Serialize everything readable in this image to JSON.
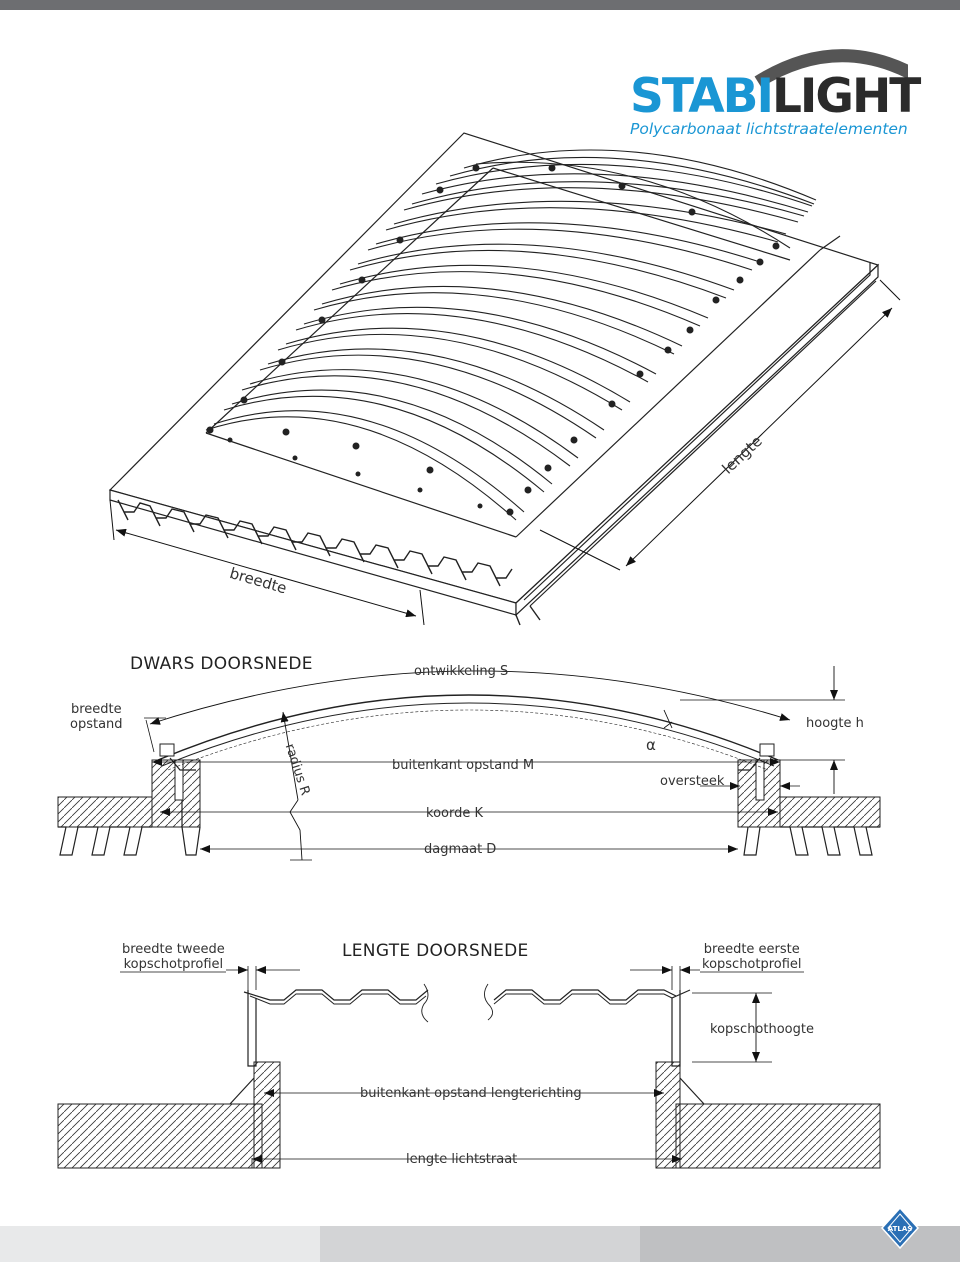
{
  "brand": {
    "name_part1": "STABI",
    "name_part2": "LIGHT",
    "tagline": "Polycarbonaat lichtstraatelementen",
    "accent_color": "#1a96d4",
    "dark_color": "#2b2b2b"
  },
  "iso_view": {
    "width_label": "breedte",
    "length_label": "lengte"
  },
  "cross_section": {
    "title": "DWARS DOORSNEDE",
    "labels": {
      "development": "ontwikkeling S",
      "upstand_width": "breedte\nopstand",
      "upstand_width_line1": "breedte",
      "upstand_width_line2": "opstand",
      "radius": "radius R",
      "outside_upstand": "buitenkant opstand M",
      "alpha": "α",
      "height": "hoogte h",
      "overhang": "oversteek",
      "chord": "koorde K",
      "daylight": "dagmaat D"
    }
  },
  "length_section": {
    "title": "LENGTE DOORSNEDE",
    "labels": {
      "second_end_width_line1": "breedte tweede",
      "second_end_width_line2": "kopschotprofiel",
      "first_end_width_line1": "breedte eerste",
      "first_end_width_line2": "kopschotprofiel",
      "end_height": "kopschothoogte",
      "outside_upstand_length": "buitenkant opstand lengterichting",
      "rooflight_length": "lengte lichtstraat"
    }
  },
  "footer_badge": {
    "text": "ATLAS",
    "icon": "atlas-badge-icon"
  }
}
